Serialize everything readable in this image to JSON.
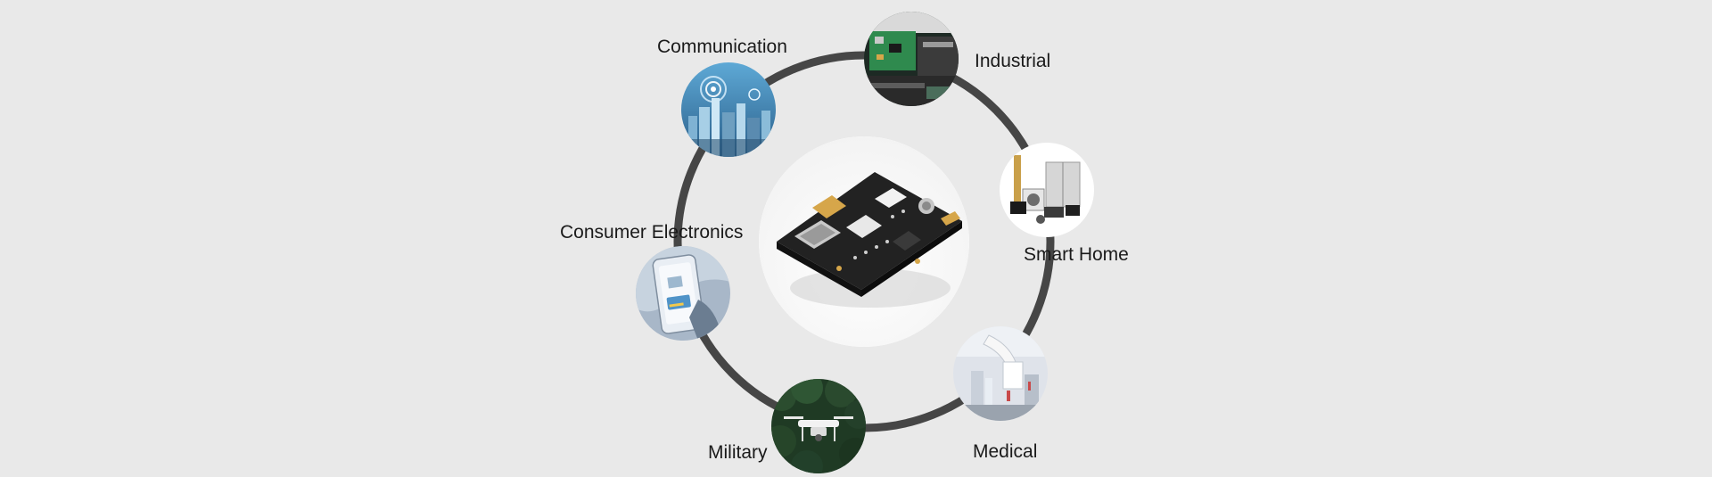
{
  "applications": {
    "center_image": "pcb-board-image",
    "items": [
      {
        "label": "Communication",
        "icon": "smart-city-network-image"
      },
      {
        "label": "Industrial",
        "icon": "pcb-assembly-machine-image"
      },
      {
        "label": "Smart Home",
        "icon": "home-appliances-image"
      },
      {
        "label": "Medical",
        "icon": "lab-equipment-image"
      },
      {
        "label": "Military",
        "icon": "drone-image"
      },
      {
        "label": "Consumer Electronics",
        "icon": "smartphone-image"
      }
    ],
    "colors": {
      "background": "#e9e9e9",
      "ring": "#464646",
      "label": "#1a1a1a"
    }
  }
}
